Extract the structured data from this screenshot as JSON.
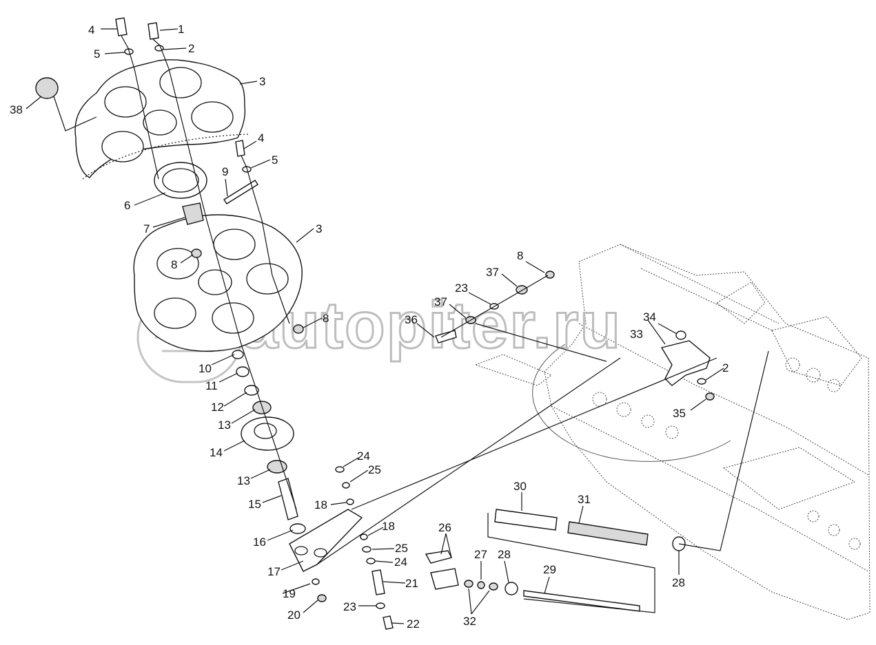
{
  "watermark": "autopiter.ru",
  "callouts": [
    {
      "id": "c1",
      "text": "1"
    },
    {
      "id": "c2a",
      "text": "2"
    },
    {
      "id": "c2b",
      "text": "2"
    },
    {
      "id": "c3a",
      "text": "3"
    },
    {
      "id": "c3b",
      "text": "3"
    },
    {
      "id": "c4a",
      "text": "4"
    },
    {
      "id": "c4b",
      "text": "4"
    },
    {
      "id": "c5a",
      "text": "5"
    },
    {
      "id": "c5b",
      "text": "5"
    },
    {
      "id": "c6",
      "text": "6"
    },
    {
      "id": "c7",
      "text": "7"
    },
    {
      "id": "c8a",
      "text": "8"
    },
    {
      "id": "c8b",
      "text": "8"
    },
    {
      "id": "c8c",
      "text": "8"
    },
    {
      "id": "c9",
      "text": "9"
    },
    {
      "id": "c10",
      "text": "10"
    },
    {
      "id": "c11",
      "text": "11"
    },
    {
      "id": "c12",
      "text": "12"
    },
    {
      "id": "c13a",
      "text": "13"
    },
    {
      "id": "c13b",
      "text": "13"
    },
    {
      "id": "c14",
      "text": "14"
    },
    {
      "id": "c15",
      "text": "15"
    },
    {
      "id": "c16",
      "text": "16"
    },
    {
      "id": "c17",
      "text": "17"
    },
    {
      "id": "c18a",
      "text": "18"
    },
    {
      "id": "c18b",
      "text": "18"
    },
    {
      "id": "c19",
      "text": "19"
    },
    {
      "id": "c20",
      "text": "20"
    },
    {
      "id": "c21",
      "text": "21"
    },
    {
      "id": "c22",
      "text": "22"
    },
    {
      "id": "c23a",
      "text": "23"
    },
    {
      "id": "c23b",
      "text": "23"
    },
    {
      "id": "c24a",
      "text": "24"
    },
    {
      "id": "c24b",
      "text": "24"
    },
    {
      "id": "c25a",
      "text": "25"
    },
    {
      "id": "c25b",
      "text": "25"
    },
    {
      "id": "c26",
      "text": "26"
    },
    {
      "id": "c27",
      "text": "27"
    },
    {
      "id": "c28a",
      "text": "28"
    },
    {
      "id": "c28b",
      "text": "28"
    },
    {
      "id": "c29",
      "text": "29"
    },
    {
      "id": "c30",
      "text": "30"
    },
    {
      "id": "c31",
      "text": "31"
    },
    {
      "id": "c32",
      "text": "32"
    },
    {
      "id": "c33",
      "text": "33"
    },
    {
      "id": "c34",
      "text": "34"
    },
    {
      "id": "c35",
      "text": "35"
    },
    {
      "id": "c36",
      "text": "36"
    },
    {
      "id": "c37a",
      "text": "37"
    },
    {
      "id": "c37b",
      "text": "37"
    },
    {
      "id": "c38",
      "text": "38"
    }
  ]
}
